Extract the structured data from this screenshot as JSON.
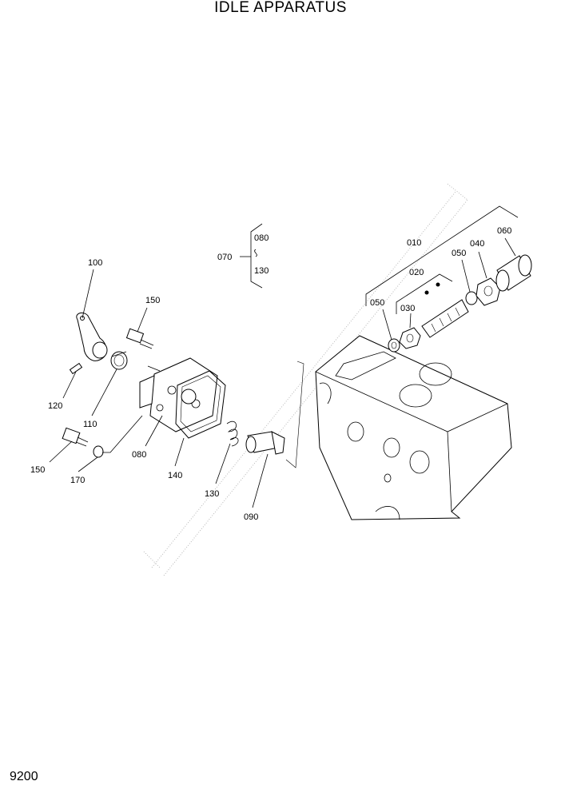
{
  "title": "IDLE APPARATUS",
  "page_number": "9200",
  "callouts": {
    "p010": "010",
    "p020": "020",
    "p030": "030",
    "p040": "040",
    "p050a": "050",
    "p050b": "050",
    "p060": "060",
    "p070": "070",
    "p070_top": "080",
    "p070_bottom": "130",
    "p080": "080",
    "p090": "090",
    "p100": "100",
    "p110": "110",
    "p120": "120",
    "p130": "130",
    "p140": "140",
    "p150a": "150",
    "p150b": "150",
    "p170": "170"
  }
}
